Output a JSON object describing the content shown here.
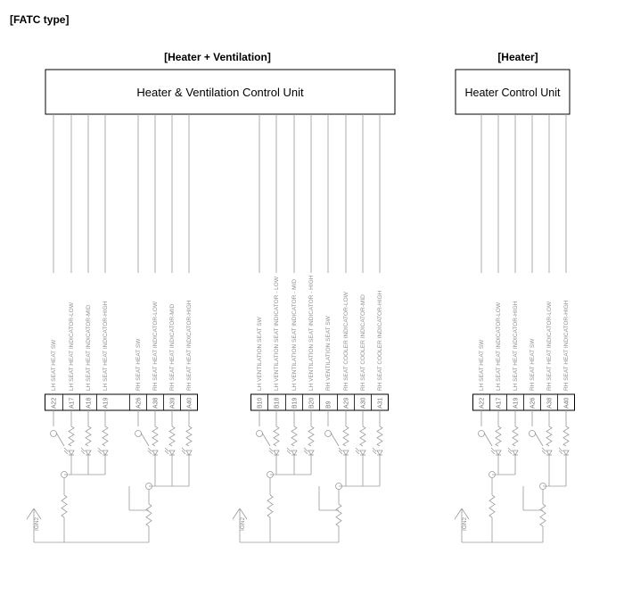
{
  "page_title": "[FATC type]",
  "sections": [
    {
      "heading": "[Heater + Ventilation]",
      "unit_name": "Heater & Ventilation Control Unit",
      "groups": [
        {
          "pins": [
            {
              "pin": "A22",
              "signal": "LH SEAT HEAT SW"
            },
            {
              "pin": "A17",
              "signal": "LH SEAT HEAT INDICATOR-LOW"
            },
            {
              "pin": "A18",
              "signal": "LH SEAT HEAT INDICATOR-MID"
            },
            {
              "pin": "A19",
              "signal": "LH SEAT HEAT INDICATOR-HIGH"
            },
            {
              "pin": "A26",
              "signal": "RH SEAT HEAT SW"
            },
            {
              "pin": "A38",
              "signal": "RH SEAT HEAT INDICATOR-LOW"
            },
            {
              "pin": "A39",
              "signal": "RH SEAT HEAT INDICATOR-MID"
            },
            {
              "pin": "A40",
              "signal": "RH SEAT HEAT INDICATOR-HIGH"
            }
          ]
        },
        {
          "pins": [
            {
              "pin": "B10",
              "signal": "LH VENTILATION SEAT SW"
            },
            {
              "pin": "B18",
              "signal": "LH VENTILATION SEAT INDICATOR - LOW"
            },
            {
              "pin": "B19",
              "signal": "LH VENTILATION SEAT INDICATOR - MID"
            },
            {
              "pin": "B20",
              "signal": "LH VENTILATION SEAT INDICATOR - HIGH"
            },
            {
              "pin": "B9",
              "signal": "RH VENTILATION SEAT SW"
            },
            {
              "pin": "A29",
              "signal": "RH SEAT COOLER INDICATOR-LOW"
            },
            {
              "pin": "A30",
              "signal": "RH SEAT COOLER INDICATOR-MID"
            },
            {
              "pin": "A31",
              "signal": "RH SEAT COOLER INDICATOR-HIGH"
            }
          ]
        }
      ]
    },
    {
      "heading": "[Heater]",
      "unit_name": "Heater Control Unit",
      "groups": [
        {
          "pins": [
            {
              "pin": "A22",
              "signal": "LH SEAT HEAT SW"
            },
            {
              "pin": "A17",
              "signal": "LH SEAT HEAT INDICATOR-LOW"
            },
            {
              "pin": "A19",
              "signal": "LH SEAT HEAT INDICATOR-HIGH"
            },
            {
              "pin": "A26",
              "signal": "RH SEAT HEAT SW"
            },
            {
              "pin": "A38",
              "signal": "RH SEAT HEAT INDICATOR-LOW"
            },
            {
              "pin": "A40",
              "signal": "RH SEAT HEAT INDICATOR-HIGH"
            }
          ]
        }
      ]
    }
  ],
  "ign_label": "IGN2",
  "colors": {
    "wire": "#9a9a9a",
    "outline": "#000000",
    "text": "#000000"
  }
}
